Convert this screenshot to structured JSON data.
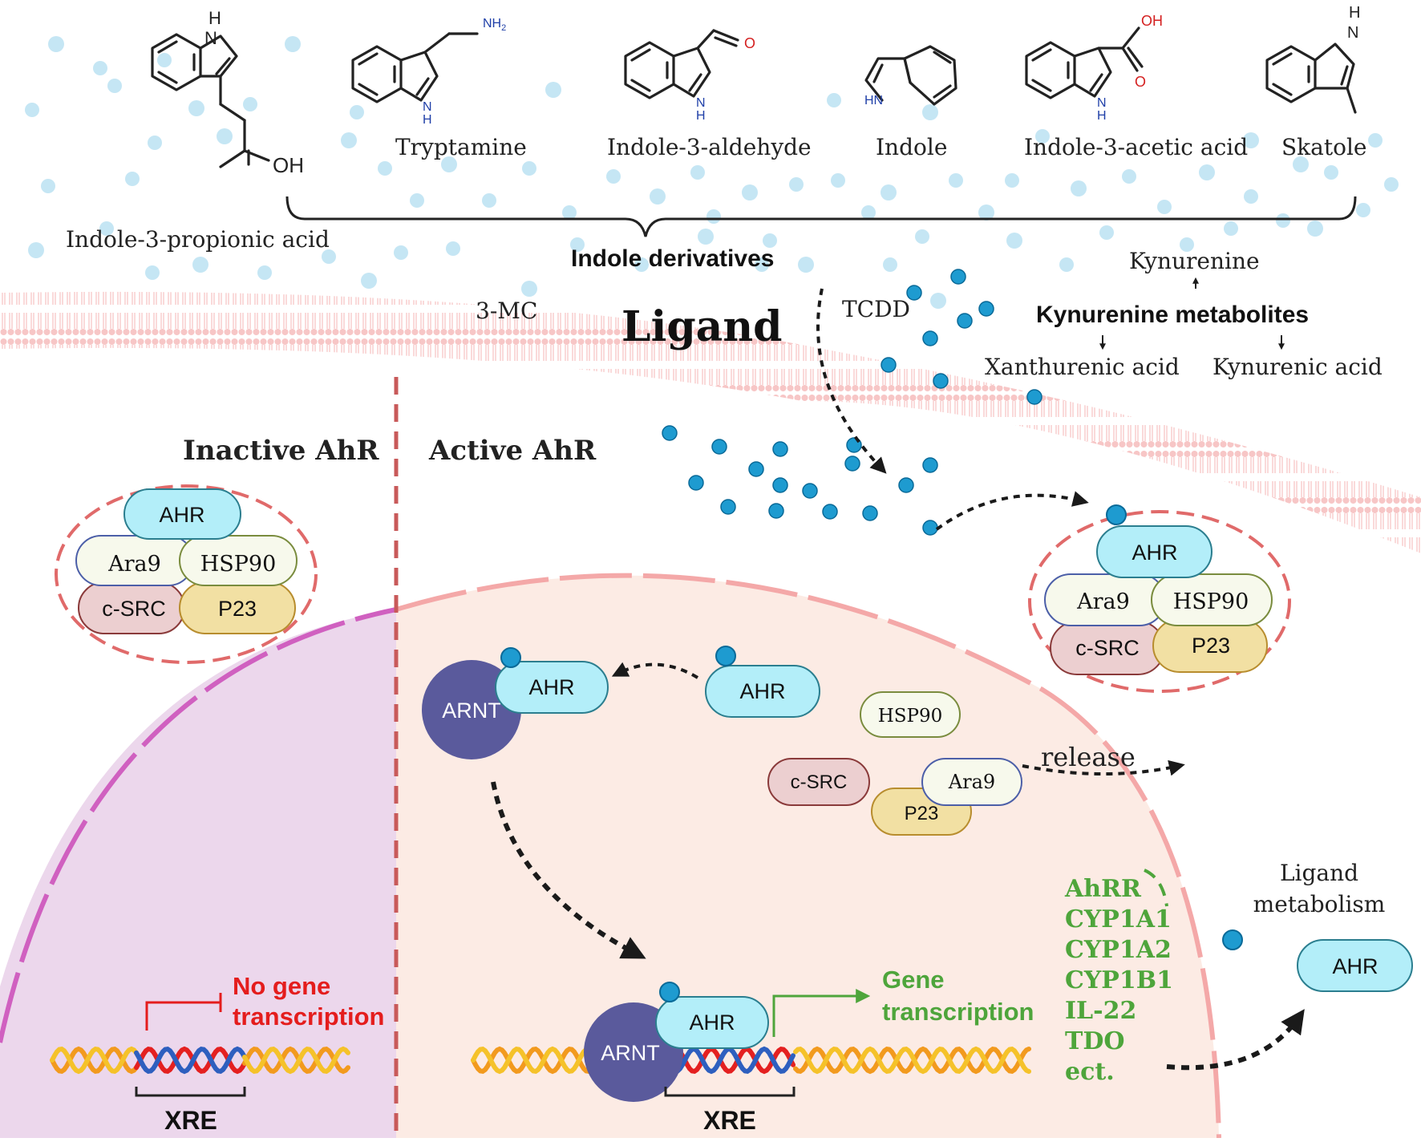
{
  "molecules": [
    {
      "name": "Indole-3-propionic acid",
      "substituent": "OH",
      "ring_nh": "H\nN"
    },
    {
      "name": "Tryptamine",
      "substituent": "NH2",
      "ring_nh": "H\nN"
    },
    {
      "name": "Indole-3-aldehyde",
      "substituent": "O",
      "ring_nh": "H\nN"
    },
    {
      "name": "Indole",
      "ring_nh": "HN"
    },
    {
      "name": "Indole-3-acetic acid",
      "substituent_oh": "OH",
      "substituent_o": "O",
      "ring_nh": "H\nN"
    },
    {
      "name": "Skatole",
      "ring_nh": "H\nN"
    }
  ],
  "atoms": {
    "h": "H",
    "n": "N",
    "hn": "HN",
    "oh": "OH",
    "o": "O",
    "nh2": "NH",
    "sub2": "2"
  },
  "indole_derivatives_label": "Indole derivatives",
  "ligand_title": "Ligand",
  "ligand_3mc": "3-MC",
  "ligand_tcdd": "TCDD",
  "kynurenine": {
    "top": "Kynurenine",
    "title": "Kynurenine metabolites",
    "xanthurenic": "Xanthurenic acid",
    "kynurenic": "Kynurenic acid"
  },
  "sections": {
    "inactive": "Inactive AhR",
    "active": "Active AhR"
  },
  "proteins": {
    "ahr": "AHR",
    "ara9": "Ara9",
    "hsp90": "HSP90",
    "csrc": "c-SRC",
    "p23": "P23",
    "arnt": "ARNT"
  },
  "release_label": "release",
  "no_transcription": {
    "line1": "No gene",
    "line2": "transcription"
  },
  "transcription": {
    "line1": "Gene",
    "line2": "transcription"
  },
  "xre_label": "XRE",
  "genes": [
    "AhRR",
    "CYP1A1",
    "CYP1A2",
    "CYP1B1",
    "IL-22",
    "TDO",
    "ect."
  ],
  "ligand_metabolism": {
    "line1": "Ligand",
    "line2": "metabolism"
  },
  "colors": {
    "ahr_fill": "#b3eef9",
    "ahr_stroke": "#2b7e8f",
    "ara9_fill": "#f7f9ec",
    "hsp90_fill": "#f7f9ec",
    "csrc_fill": "#eccfd0",
    "p23_fill": "#f2e0a3",
    "arnt_fill": "#5a5a9c",
    "nucleus_left": "#ecd7ec",
    "nucleus_right": "#fcebe4",
    "gene_green": "#4ea53b",
    "no_red": "#e41d1d",
    "ligand_dot": "#1e9bd0"
  }
}
